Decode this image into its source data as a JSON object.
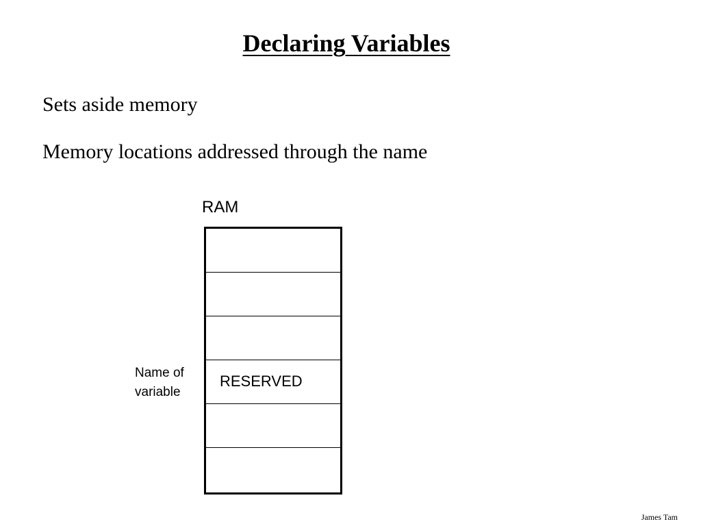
{
  "slide": {
    "title": "Declaring Variables",
    "bullets": [
      "Sets aside memory",
      "Memory locations addressed through the name"
    ],
    "footer": "James Tam"
  },
  "diagram": {
    "ram_label": "RAM",
    "cells": [
      "",
      "",
      "",
      "RESERVED",
      "",
      ""
    ],
    "variable_label_lines": [
      "Name of",
      "variable"
    ]
  }
}
